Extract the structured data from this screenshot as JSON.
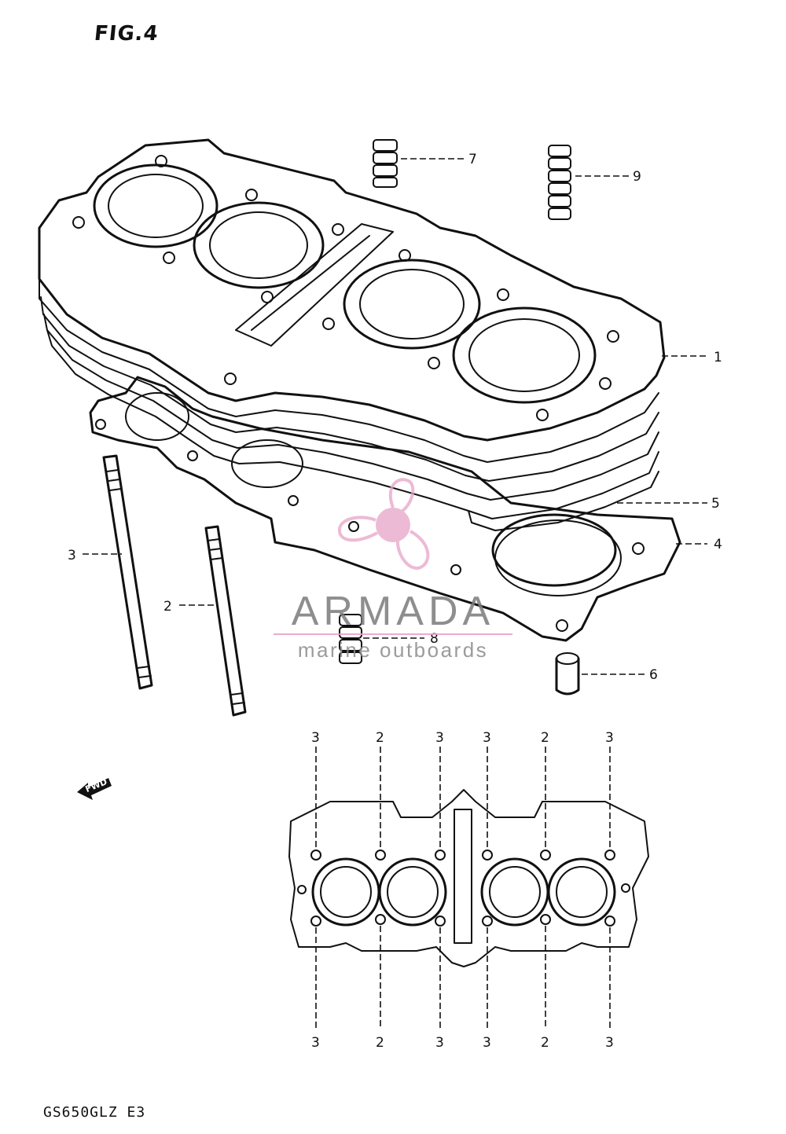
{
  "figure": {
    "title": "FIG.4",
    "model_code": "GS650GLZ E3"
  },
  "watermark": {
    "brand": "ARMADA",
    "tagline": "marine outboards",
    "accent_color": "#e7a3c7",
    "text_color": "#7b7b7b"
  },
  "fwd_arrow": {
    "label": "FWD"
  },
  "callouts": [
    {
      "number": "1",
      "part": "cylinder"
    },
    {
      "number": "2",
      "part": "stud-short"
    },
    {
      "number": "3",
      "part": "stud-long"
    },
    {
      "number": "4",
      "part": "base-gasket"
    },
    {
      "number": "5",
      "part": "o-ring"
    },
    {
      "number": "6",
      "part": "dowel-pin"
    },
    {
      "number": "7",
      "part": "damper-small"
    },
    {
      "number": "8",
      "part": "damper-medium"
    },
    {
      "number": "9",
      "part": "damper-large"
    }
  ],
  "layout_labels": {
    "top": [
      "3",
      "2",
      "3",
      "3",
      "2",
      "3"
    ],
    "bottom": [
      "3",
      "2",
      "3",
      "3",
      "2",
      "3"
    ]
  }
}
